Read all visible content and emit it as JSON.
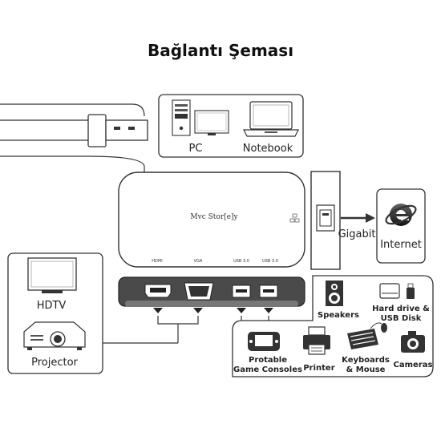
{
  "title": "Bağlantı Şeması",
  "hub": {
    "brand": "Mvc Stor[e]y",
    "ports": [
      "HDMI",
      "VGA",
      "USB 3.0",
      "USB 3.0"
    ]
  },
  "hosts": {
    "pc": "PC",
    "notebook": "Notebook"
  },
  "network": {
    "speed": "Gigabit",
    "internet": "Internet"
  },
  "displays": {
    "hdtv": "HDTV",
    "projector": "Projector"
  },
  "usb_devices": {
    "speakers": "Speakers",
    "hard_drive": [
      "Hard drive &",
      "USB Disk"
    ],
    "game_consoles": [
      "Protable",
      "Game Consoles"
    ],
    "printer": "Printer",
    "keyboards": [
      "Keyboards",
      "& Mouse"
    ],
    "cameras": "Cameras"
  }
}
